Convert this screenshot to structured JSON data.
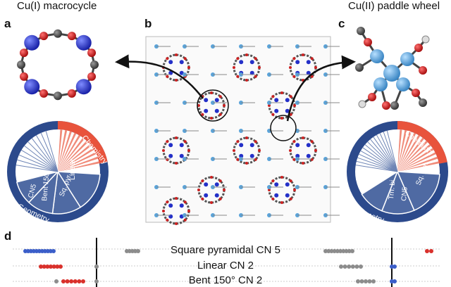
{
  "titles": {
    "left": "Cu(I) macrocycle",
    "right": "Cu(II) paddle wheel"
  },
  "panels": {
    "a": "a",
    "b": "b",
    "c": "c",
    "d": "d"
  },
  "wheel_left": {
    "outer_top": "Chemistry",
    "outer_bottom": "Geometry",
    "segments": [
      "Linear",
      "Sq. pyr.",
      "Bent 150",
      "CN5"
    ]
  },
  "wheel_right": {
    "outer_top": "Chemistry",
    "outer_bottom": "Geometry",
    "segments": [
      "Sq. pyr.",
      "CN5",
      "Trn. bi."
    ]
  },
  "rows": [
    "Square pyramidal CN 5",
    "Linear CN 2",
    "Bent 150° CN 2"
  ],
  "colors": {
    "blue": "#3b5ec9",
    "red": "#d9302b",
    "grey": "#8c8c8c",
    "navy": "#2c4a8c",
    "orange": "#e8533c",
    "cu_blue": "#2430c8",
    "cu_light": "#5aa3d9",
    "oxygen": "#cc2020",
    "carbon": "#555555"
  }
}
